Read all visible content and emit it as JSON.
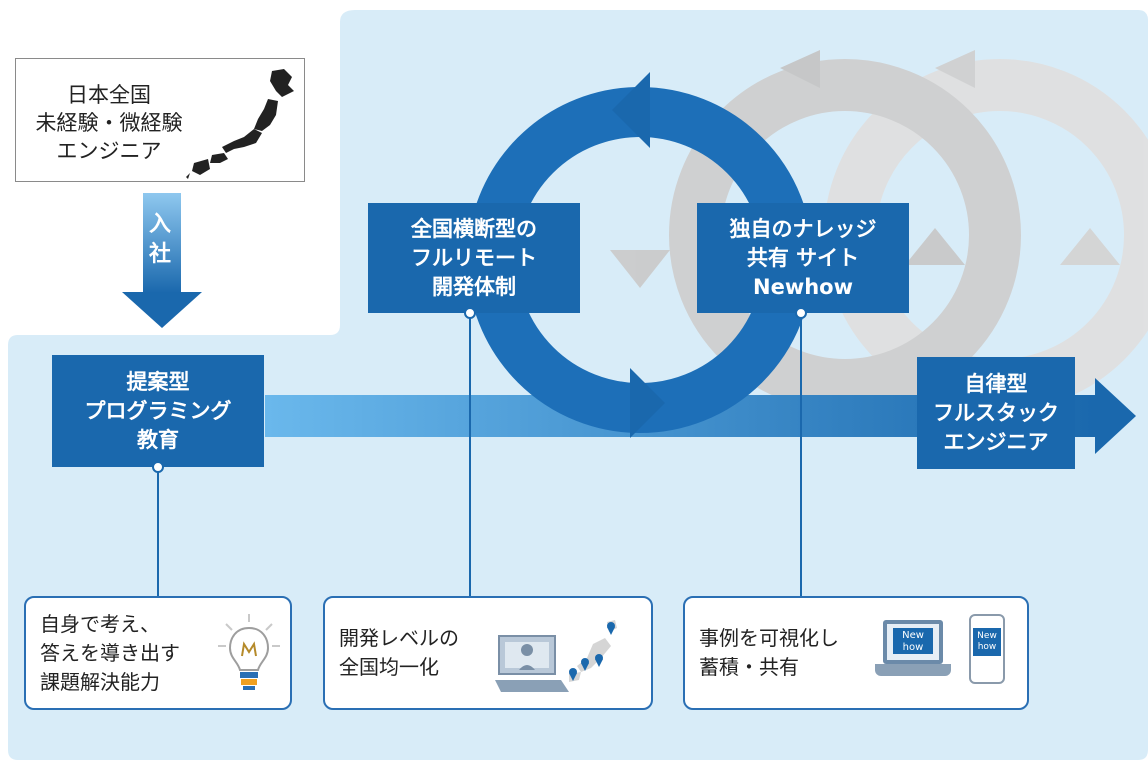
{
  "start": {
    "lines": [
      "日本全国",
      "未経験・微経験",
      "エンジニア"
    ]
  },
  "join": {
    "lines": [
      "入",
      "社"
    ]
  },
  "education": {
    "lines": [
      "提案型",
      "プログラミング",
      "教育"
    ]
  },
  "dev_system": {
    "lines": [
      "全国横断型の",
      "フルリモート",
      "開発体制"
    ]
  },
  "knowledge": {
    "lines": [
      "独自のナレッジ",
      "共有 サイト",
      "Newhow"
    ]
  },
  "goal": {
    "lines": [
      "自律型",
      "フルスタック",
      "エンジニア"
    ]
  },
  "cards": [
    {
      "lines": [
        "自身で考え、",
        "答えを導き出す",
        "課題解決能力"
      ],
      "icon": "lightbulb-icon"
    },
    {
      "lines": [
        "開発レベルの",
        "全国均一化"
      ],
      "icon": "remote-work-japan-map-icon"
    },
    {
      "lines": [
        "事例を可視化し",
        "蓄積・共有"
      ],
      "icon": "laptop-phone-icon"
    }
  ],
  "newhow_screen": {
    "laptop": "New how",
    "phone": "New how"
  },
  "colors": {
    "panel_bg": "#d8ecf8",
    "primary_blue": "#1a68ad",
    "arrow_light": "#5aaee6",
    "gray_cycle": "#c4c4c4"
  }
}
